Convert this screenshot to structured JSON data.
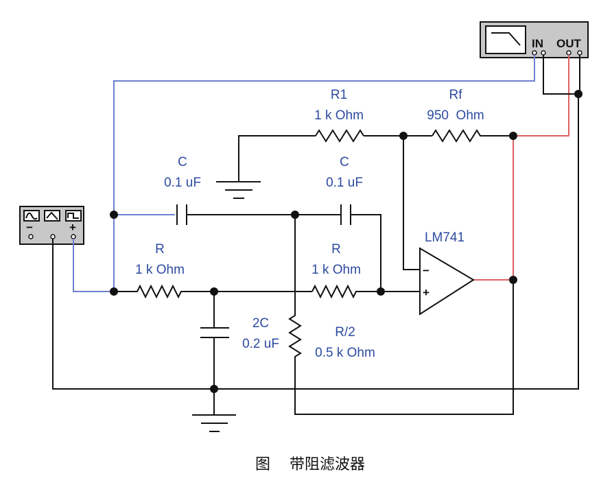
{
  "labels": {
    "r1_name": "R1",
    "r1_value": "1 k Ohm",
    "rf_name": "Rf",
    "rf_value": "950  Ohm",
    "c1_name": "C",
    "c1_value": "0.1 uF",
    "c2_name": "C",
    "c2_value": "0.1 uF",
    "opamp": "LM741",
    "ra_name": "R",
    "ra_value": "1 k Ohm",
    "rb_name": "R",
    "rb_value": "1 k Ohm",
    "c3_name": "2C",
    "c3_value": "0.2 uF",
    "r3_name": "R/2",
    "r3_value": "0.5 k Ohm",
    "minus": "−",
    "plus": "+"
  },
  "bode": {
    "in": "IN",
    "out": "OUT"
  },
  "caption": "图    带阻滤波器",
  "colors": {
    "input_wire": "#6b7fd0",
    "output_wire": "#e06060",
    "wire": "#111111",
    "label": "#2d4aa0"
  }
}
